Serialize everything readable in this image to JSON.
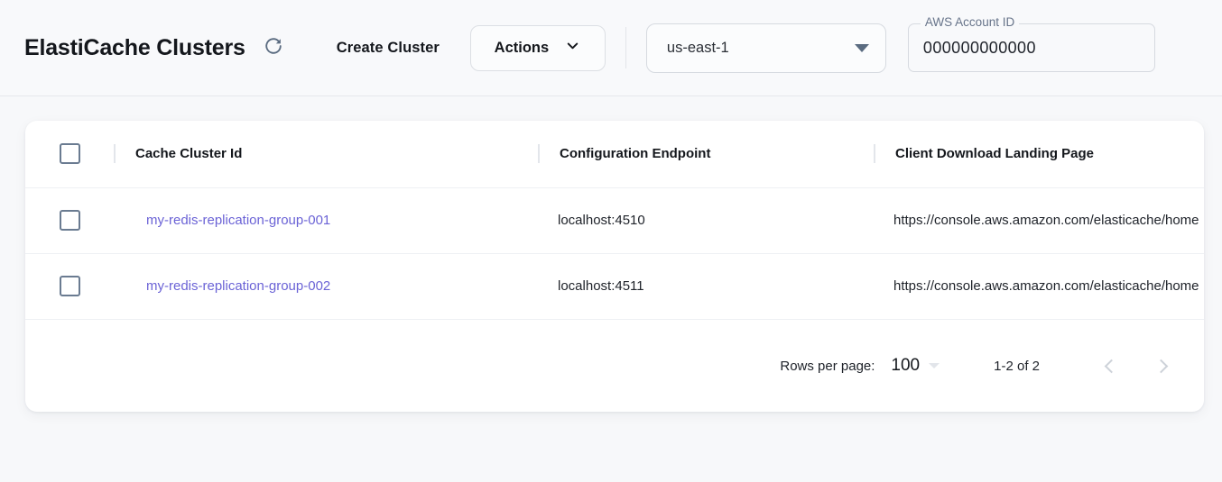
{
  "header": {
    "title": "ElastiCache Clusters",
    "refresh_icon": "refresh-icon",
    "create_cluster_label": "Create Cluster",
    "actions_label": "Actions",
    "actions_chevron_icon": "chevron-down-icon",
    "region": {
      "value": "us-east-1",
      "caret_icon": "triangle-down-icon"
    },
    "account": {
      "legend": "AWS Account ID",
      "value": "000000000000"
    }
  },
  "table": {
    "columns": [
      {
        "key": "cluster_id",
        "label": "Cache Cluster Id"
      },
      {
        "key": "config_endpoint",
        "label": "Configuration Endpoint"
      },
      {
        "key": "landing_page",
        "label": "Client Download Landing Page"
      }
    ],
    "select_all_checkbox": false,
    "rows": [
      {
        "cluster_id": "my-redis-replication-group-001",
        "config_endpoint": "localhost:4510",
        "landing_page": "https://console.aws.amazon.com/elasticache/home"
      },
      {
        "cluster_id": "my-redis-replication-group-002",
        "config_endpoint": "localhost:4511",
        "landing_page": "https://console.aws.amazon.com/elasticache/home"
      }
    ]
  },
  "pagination": {
    "rows_per_page_label": "Rows per page:",
    "rows_per_page_value": "100",
    "range_text": "1-2 of 2",
    "prev_icon": "chevron-left-icon",
    "next_icon": "chevron-right-icon",
    "prev_enabled": false,
    "next_enabled": false
  },
  "colors": {
    "page_background": "#f7f8fa",
    "header_background": "#f8f9fb",
    "card_background": "#ffffff",
    "link": "#6b63d6",
    "text": "#14171c",
    "muted": "#67748a",
    "border": "#e6e8ec",
    "checkbox_border": "#6a7b91"
  }
}
